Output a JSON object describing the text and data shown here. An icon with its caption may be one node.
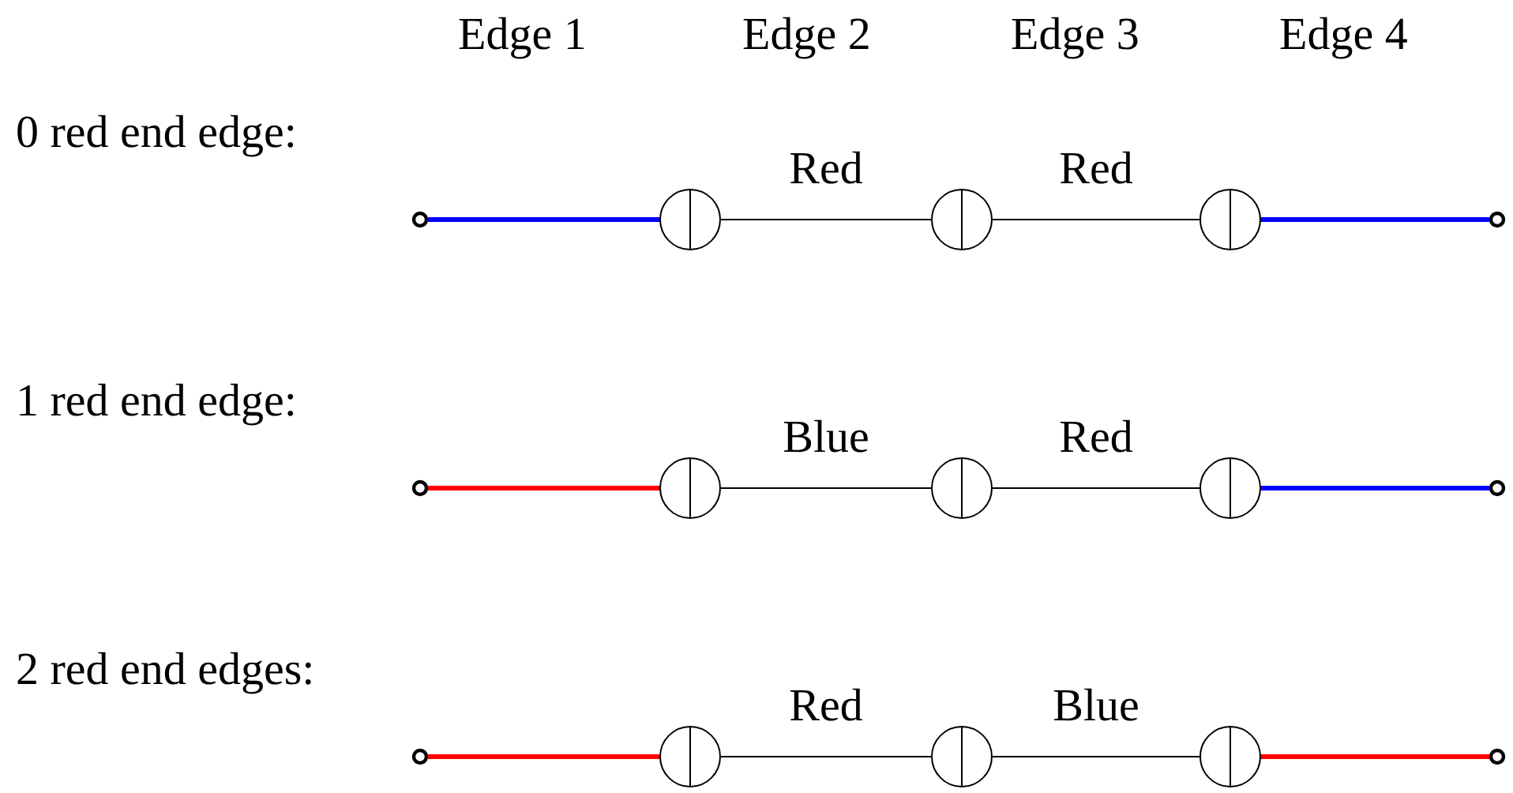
{
  "diagram": {
    "nodes": [
      {
        "text": [],
        "shape": "circle"
      },
      {
        "text": [],
        "shape": "circle"
      },
      {
        "text": [],
        "shape": "circle"
      },
      {
        "text": [],
        "shape": "circle"
      },
      {
        "text": [],
        "shape": "circle"
      },
      {
        "text": [],
        "shape": "circle"
      },
      {
        "text": [],
        "shape": "circle"
      },
      {
        "text": [],
        "shape": "circle"
      },
      {
        "text": [],
        "shape": "circle"
      },
      {
        "text": [],
        "shape": "circle"
      },
      {
        "text": [],
        "shape": "circle"
      },
      {
        "text": [],
        "shape": "circle"
      },
      {
        "text": [],
        "shape": "circle"
      },
      {
        "text": [],
        "shape": "circle"
      },
      {
        "text": [],
        "shape": "circle"
      }
    ],
    "edges": [
      {
        "from": 0,
        "to": 1,
        "arrow": "none",
        "style": "thick",
        "color": "#0000ff"
      },
      {
        "from": 1,
        "to": 2,
        "arrow": "none",
        "label": "Red"
      },
      {
        "from": 2,
        "to": 3,
        "arrow": "none",
        "label": "Red"
      },
      {
        "from": 3,
        "to": 4,
        "arrow": "none",
        "style": "thick",
        "color": "#0000ff"
      },
      {
        "from": 5,
        "to": 6,
        "arrow": "none",
        "style": "thick",
        "color": "#ff0000"
      },
      {
        "from": 6,
        "to": 7,
        "arrow": "none",
        "label": "Blue"
      },
      {
        "from": 7,
        "to": 8,
        "arrow": "none",
        "label": "Red"
      },
      {
        "from": 8,
        "to": 9,
        "arrow": "none",
        "style": "thick",
        "color": "#0000ff"
      },
      {
        "from": 10,
        "to": 11,
        "arrow": "none",
        "style": "thick",
        "color": "#ff0000"
      },
      {
        "from": 11,
        "to": 12,
        "arrow": "none",
        "label": "Red"
      },
      {
        "from": 12,
        "to": 13,
        "arrow": "none",
        "label": "Blue"
      },
      {
        "from": 13,
        "to": 14,
        "arrow": "none",
        "style": "thick",
        "color": "#ff0000"
      }
    ],
    "labels": [
      "Edge 1",
      "Edge 2",
      "Edge 3",
      "Edge 4",
      "0 red end edge:",
      "1 red end edge:",
      "2 red end edges:"
    ]
  }
}
